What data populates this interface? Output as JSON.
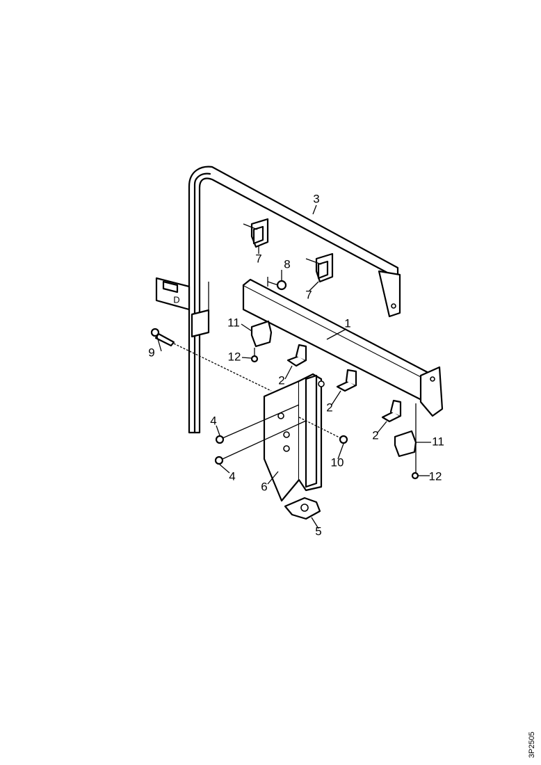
{
  "callouts": {
    "c1": "1",
    "c2a": "2",
    "c2b": "2",
    "c2c": "2",
    "c3": "3",
    "c4a": "4",
    "c4b": "4",
    "c5": "5",
    "c6": "6",
    "c7a": "7",
    "c7b": "7",
    "c8": "8",
    "c9": "9",
    "c10": "10",
    "c11a": "11",
    "c11b": "11",
    "c12a": "12",
    "c12b": "12"
  },
  "drawing_id": "3P2505",
  "colors": {
    "line": "#000000",
    "background": "#ffffff"
  }
}
